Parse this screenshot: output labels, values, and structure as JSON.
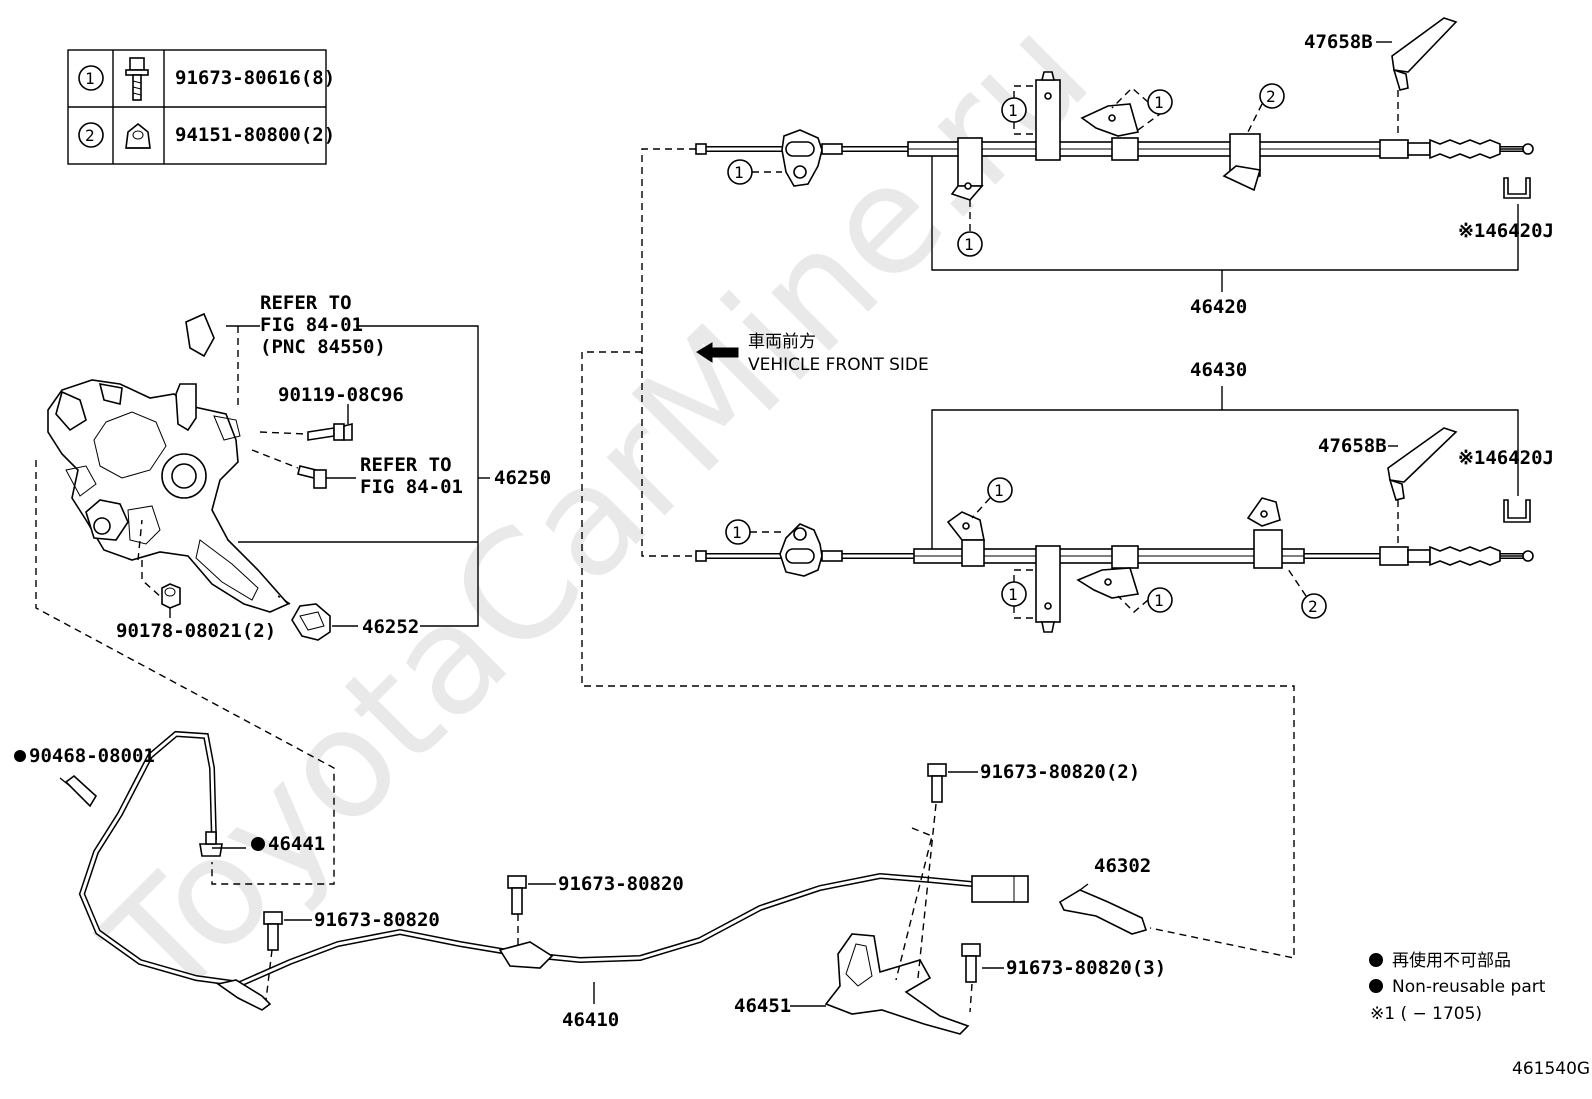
{
  "watermark": "ToyotaCarMine.ru",
  "fasteners_table": [
    {
      "ref": "1",
      "part": "91673-80616(8)",
      "icon": "bolt-icon"
    },
    {
      "ref": "2",
      "part": "94151-80800(2)",
      "icon": "nut-icon"
    }
  ],
  "callouts": {
    "p47658b_top": "47658B",
    "p47658b_bot": "47658B",
    "p46420j_top": "※146420J",
    "p46420j_bot": "※146420J",
    "p46420": "46420",
    "p46430": "46430",
    "refer1_l1": "REFER TO",
    "refer1_l2": "FIG 84-01",
    "refer1_l3": "(PNC 84550)",
    "p90119": "90119-08C96",
    "refer2_l1": "REFER TO",
    "refer2_l2": "FIG 84-01",
    "p46250": "46250",
    "p90178": "90178-08021(2)",
    "p46252": "46252",
    "p90468": "90468-08001",
    "p46441": "46441",
    "p91673_a": "91673-80820(2)",
    "p91673_b": "91673-80820",
    "p91673_c": "91673-80820",
    "p91673_d": "91673-80820(3)",
    "p46302": "46302",
    "p46410": "46410",
    "p46451": "46451",
    "p461540g": "461540G"
  },
  "direction": {
    "jp": "車両前方",
    "en": "VEHICLE FRONT SIDE"
  },
  "ref_markers": [
    "1",
    "2"
  ],
  "legend": {
    "jp": "再使用不可部品",
    "en": "Non-reusable part",
    "note": "※1 (         − 1705)"
  }
}
